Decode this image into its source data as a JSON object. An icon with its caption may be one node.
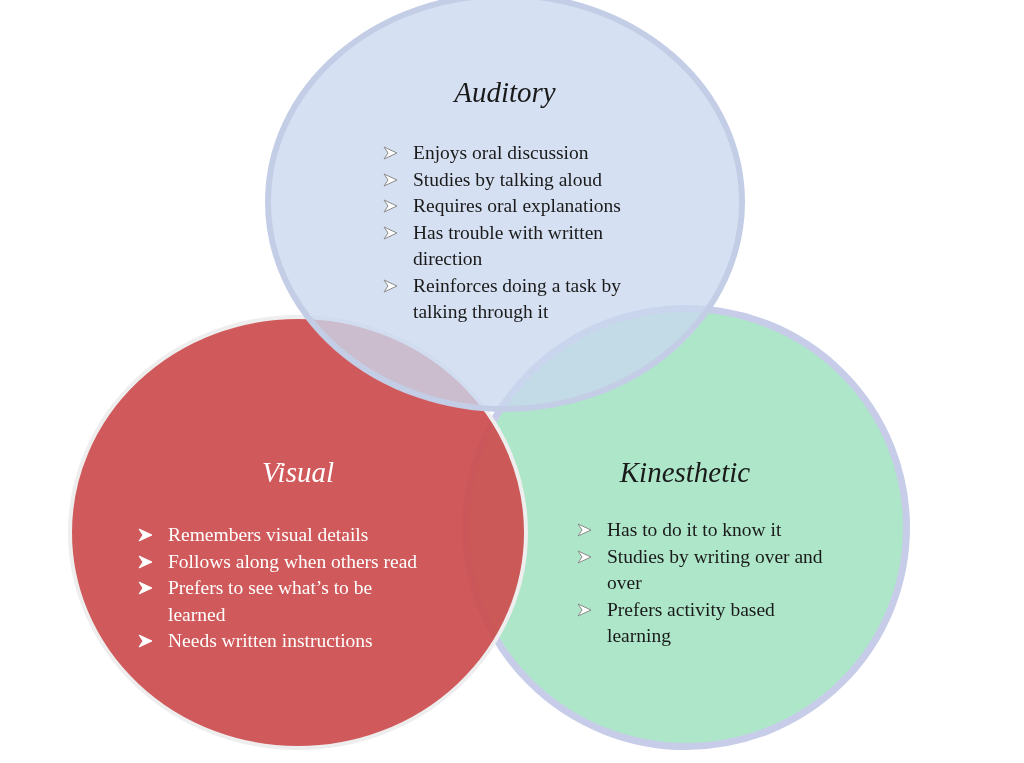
{
  "diagram": {
    "nodes": [
      {
        "text": [
          "Auditory",
          "Enjoys oral discussion",
          "Studies by talking aloud",
          "Requires oral explanations",
          "Has trouble with written direction",
          "Reinforces doing a task by talking through it"
        ]
      },
      {
        "text": [
          "Visual",
          "Remembers visual details",
          "Follows along when others read",
          "Prefers to see what’s to be learned",
          "Needs written instructions"
        ]
      },
      {
        "text": [
          "Kinesthetic",
          "Has to do it to know it",
          "Studies by writing over and over",
          "Prefers activity based learning"
        ]
      }
    ]
  }
}
